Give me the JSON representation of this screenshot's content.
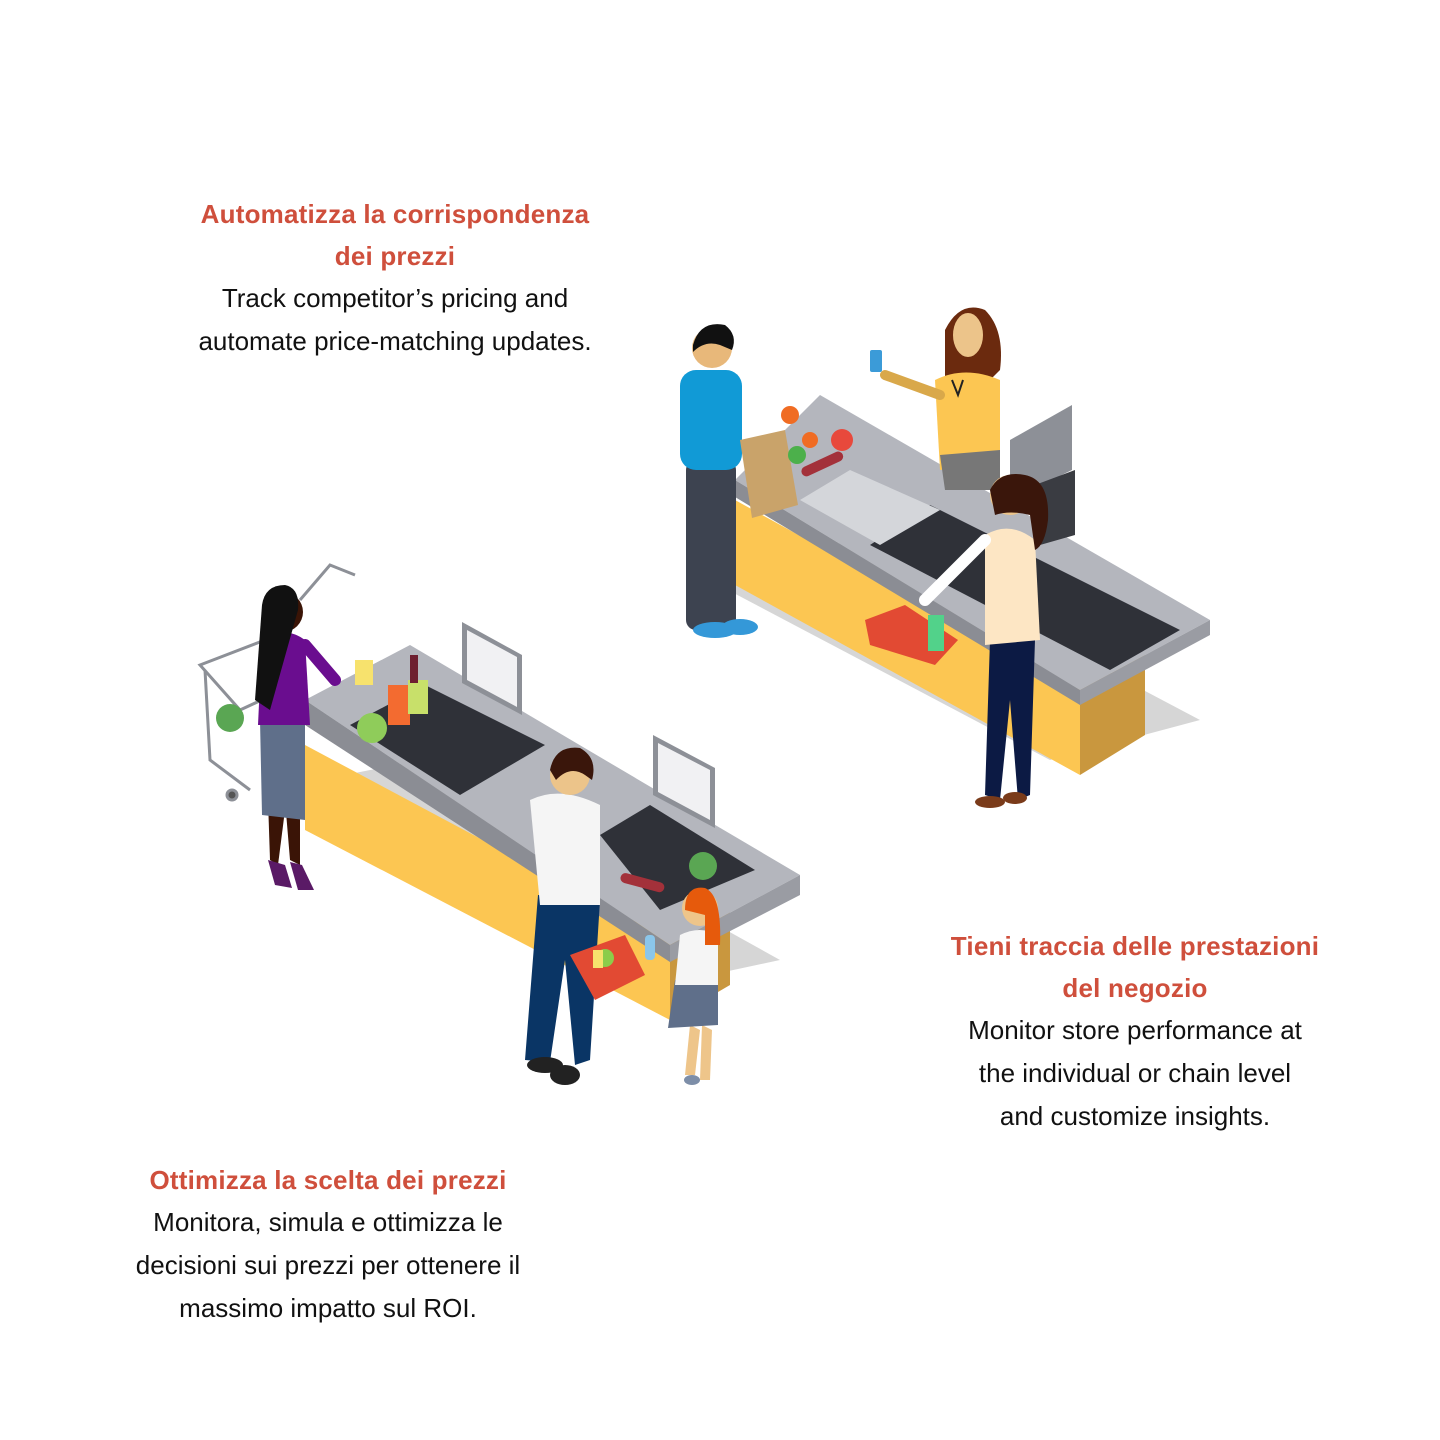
{
  "colors": {
    "accent_title": "#cf4f3c",
    "body_text": "#111111",
    "counter_yellow": "#fcc652",
    "counter_top": "#a9abb3",
    "belt": "#2f3138",
    "shadow": "#d3d3d3"
  },
  "features": [
    {
      "title_lines": [
        "Automatizza la corrispondenza",
        "dei prezzi"
      ],
      "desc_lines": [
        "Track competitor’s pricing and",
        "automate price-matching updates."
      ]
    },
    {
      "title_lines": [
        "Tieni traccia delle prestazioni",
        "del negozio"
      ],
      "desc_lines": [
        "Monitor store performance at",
        "the individual or chain level",
        "and customize insights."
      ]
    },
    {
      "title_lines": [
        "Ottimizza la scelta dei prezzi"
      ],
      "desc_lines": [
        "Monitora, simula e ottimizza le",
        "decisioni sui prezzi per ottenere il",
        "massimo impatto sul ROI."
      ]
    }
  ],
  "illustration": {
    "scenes": [
      "checkout-counter-with-cashier",
      "self-checkout-counters"
    ]
  }
}
